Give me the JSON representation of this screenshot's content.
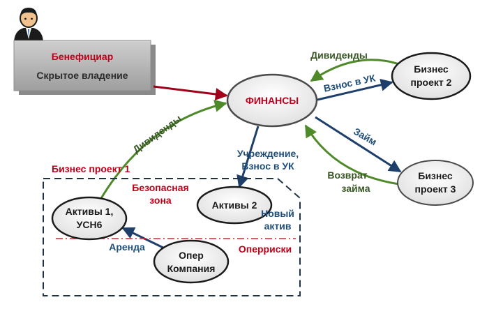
{
  "beneficiary": {
    "title": "Бенефициар",
    "subtitle": "Скрытое владение",
    "icon": "user-icon"
  },
  "nodes": {
    "finance": "ФИНАНСЫ",
    "bp2": [
      "Бизнес",
      "проект 2"
    ],
    "bp3": [
      "Бизнес",
      "проект 3"
    ],
    "assets1": [
      "Активы 1,",
      "УСН6"
    ],
    "assets2": "Активы 2",
    "oper": [
      "Опер",
      "Компания"
    ]
  },
  "labels": {
    "dividends_top": "Дивиденды",
    "contribution_uk_top": "Взнос в УК",
    "loan": "Займ",
    "loan_return": [
      "Возврат",
      "займа"
    ],
    "dividends_left": "Дивиденды",
    "establishment": [
      "Учреждение,",
      "Взнос в УК"
    ],
    "business_project_1": "Бизнес проект 1",
    "safe_zone": [
      "Безопасная",
      "зона"
    ],
    "new_asset": [
      "Новый",
      "актив"
    ],
    "lease": "Аренда",
    "operrisks": "Оперриски"
  },
  "colors": {
    "red": "#c0001a",
    "blue": "#1f4e79",
    "green": "#4f8a2a",
    "node_fill": "#ececec",
    "box_fill": "#b3b3b3"
  }
}
